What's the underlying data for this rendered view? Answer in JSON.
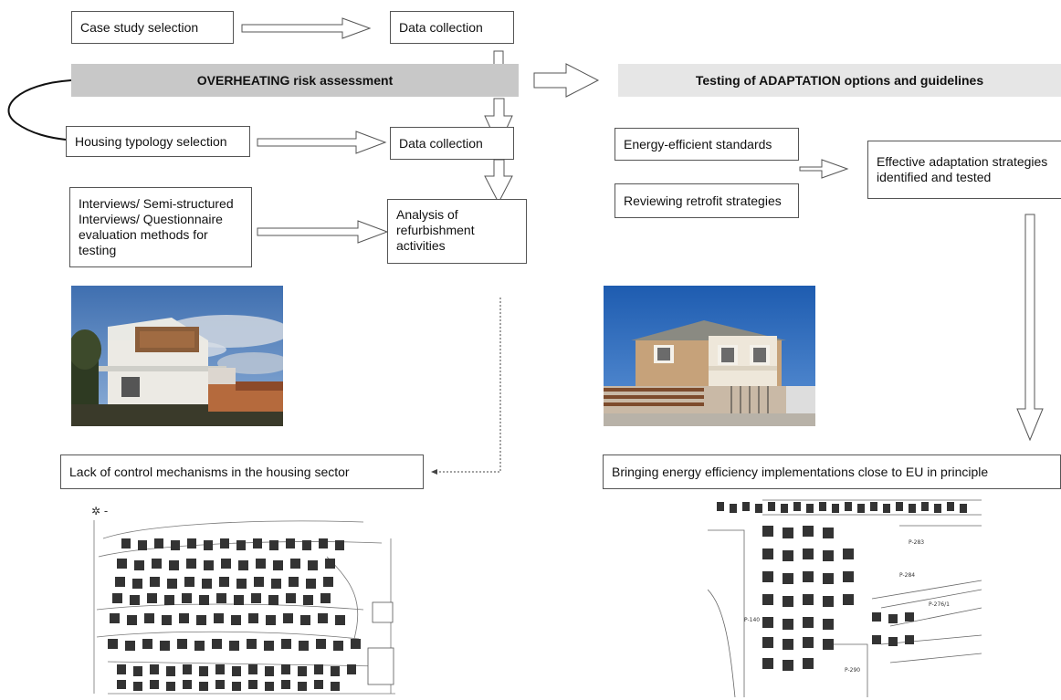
{
  "boxes": {
    "case_study_selection": "Case study selection",
    "data_collection_1": "Data collection",
    "housing_typology_selection": "Housing typology selection",
    "data_collection_2": "Data collection",
    "interviews": "Interviews/ Semi-structured Interviews/ Questionnaire evaluation methods for testing",
    "analysis": "Analysis of refurbishment activities",
    "energy_standards": "Energy-efficient standards",
    "retrofit_strategies": "Reviewing retrofit strategies",
    "effective_strategies": "Effective adaptation strategies identified and tested",
    "lack_of_control": "Lack of control mechanisms in the housing sector",
    "bringing_energy": "Bringing energy efficiency implementations close to EU in principle"
  },
  "bars": {
    "overheating": "OVERHEATING risk assessment",
    "adaptation": "Testing of ADAPTATION options and guidelines"
  },
  "plans": {
    "right_labels": [
      "P-283",
      "P-284",
      "P-276/1",
      "P-140",
      "P-290"
    ]
  },
  "colors": {
    "overheating_bar": "#c8c8c8",
    "adaptation_bar": "#e6e6e6",
    "arrow_stroke": "#555555"
  }
}
